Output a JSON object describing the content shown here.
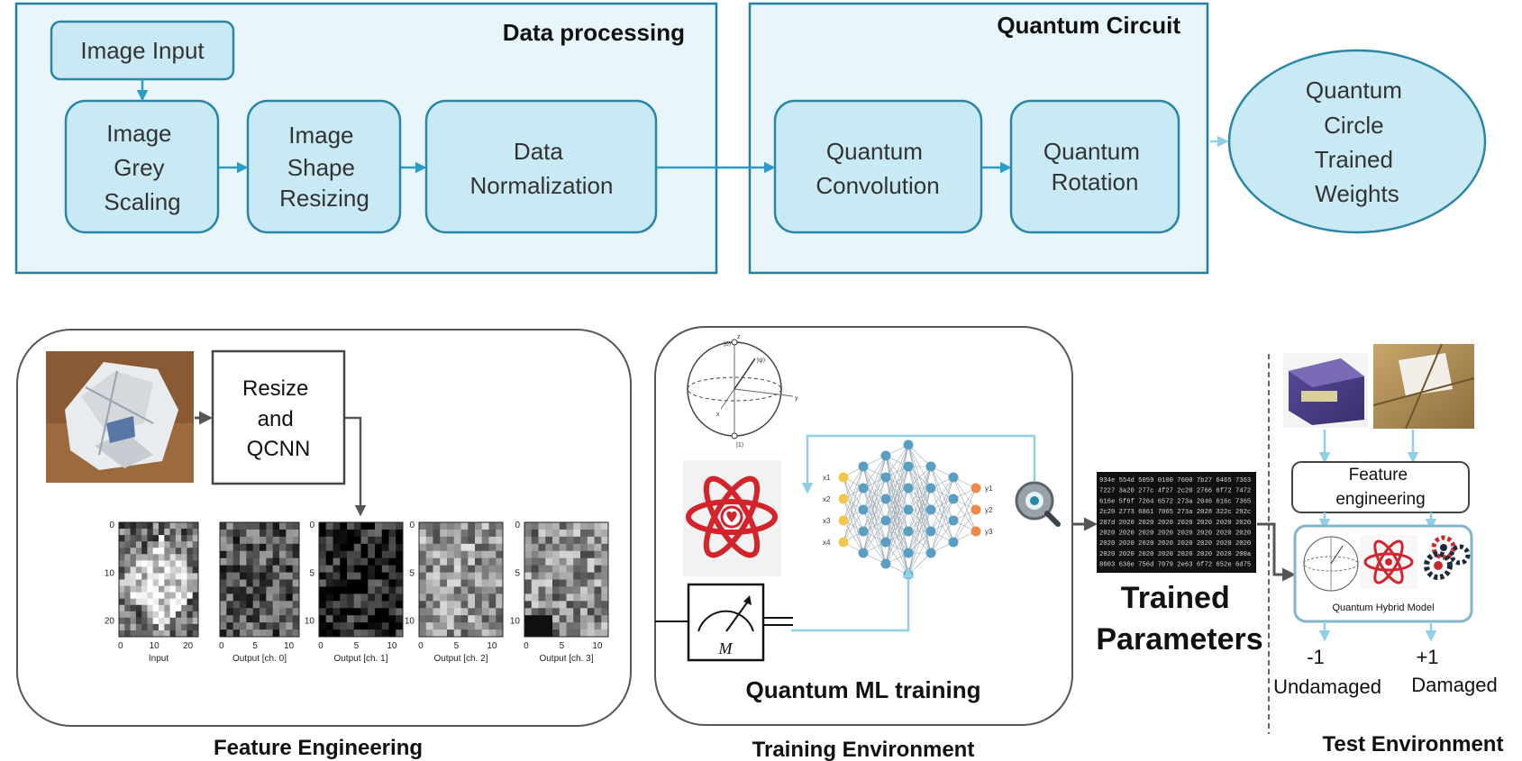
{
  "colors": {
    "panel_fill": "#e8f6fb",
    "panel_border": "#1f7fa5",
    "box_fill": "#c9e9f4",
    "box_border": "#2a86a9",
    "arrow_blue": "#2a9ccb",
    "arrow_light": "#8fd0e6",
    "dark_arrow": "#555555",
    "atom_red": "#d3242c",
    "node_blue": "#5b9ec4",
    "node_yellow": "#f3c64c",
    "node_orange": "#f08a4b"
  },
  "top": {
    "data_processing_title": "Data processing",
    "quantum_circuit_title": "Quantum Circuit",
    "image_input": "Image Input",
    "grey_scaling": [
      "Image",
      "Grey",
      "Scaling"
    ],
    "shape_resizing": [
      "Image",
      "Shape",
      "Resizing"
    ],
    "normalization": [
      "Data",
      "Normalization"
    ],
    "convolution": [
      "Quantum",
      "Convolution"
    ],
    "rotation": [
      "Quantum",
      "Rotation"
    ],
    "trained_weights": [
      "Quantum",
      "Circle",
      "Trained",
      "Weights"
    ]
  },
  "feature": {
    "resize_box": [
      "Resize",
      "and",
      "QCNN"
    ],
    "section_label": "Feature Engineering",
    "panels": [
      {
        "label": "Input",
        "ticks_x": [
          "0",
          "10",
          "20"
        ],
        "ticks_y": [
          "0",
          "10",
          "20"
        ]
      },
      {
        "label": "Output [ch. 0]",
        "ticks_x": [
          "0",
          "5",
          "10"
        ],
        "ticks_y": []
      },
      {
        "label": "Output [ch. 1]",
        "ticks_x": [
          "0",
          "5",
          "10"
        ],
        "ticks_y": [
          "0",
          "5",
          "10"
        ]
      },
      {
        "label": "Output [ch. 2]",
        "ticks_x": [
          "0",
          "5",
          "10"
        ],
        "ticks_y": [
          "0",
          "5",
          "10"
        ]
      },
      {
        "label": "Output [ch. 3]",
        "ticks_x": [
          "0",
          "5",
          "10"
        ],
        "ticks_y": [
          "0",
          "5",
          "10"
        ]
      }
    ]
  },
  "training": {
    "ml_label": "Quantum ML training",
    "section_label": "Training Environment",
    "meter_label": "M",
    "bloch_labels": [
      "|0⟩",
      "|ψ⟩",
      "|1⟩",
      "z",
      "y",
      "x"
    ],
    "nn_inputs": [
      "x1",
      "x2",
      "x3",
      "x4"
    ],
    "nn_outputs": [
      "y1",
      "y2",
      "y3"
    ]
  },
  "params": {
    "hex_lines": [
      "934e 554d 5059 0100 7600 7b27 6465 7363",
      "7227 3a20 277c 4f27 2c20 2766 6f72 7472",
      "616e 5f6f 7264 6572 273a 2046 616c 7365",
      "2c20 2773 6861 7065 273a 2028 322c 292c",
      "207d 2020 2020 2020 2020 2020 2020 2020",
      "2020 2020 2020 2020 2020 2020 2020 2020",
      "2020 2020 2020 2020 2020 2020 2020 2020",
      "2020 2020 2020 2020 2020 2020 2020 200a",
      "8003 636e 756d 7079 2e63 6f72 652e 6d75"
    ],
    "label": [
      "Trained",
      "Parameters"
    ]
  },
  "test": {
    "feature_box": [
      "Feature",
      "engineering"
    ],
    "hybrid_label": "Quantum Hybrid Model",
    "minus_value": "-1",
    "plus_value": "+1",
    "undamaged": "Undamaged",
    "damaged": "Damaged",
    "section_label": "Test Environment"
  }
}
